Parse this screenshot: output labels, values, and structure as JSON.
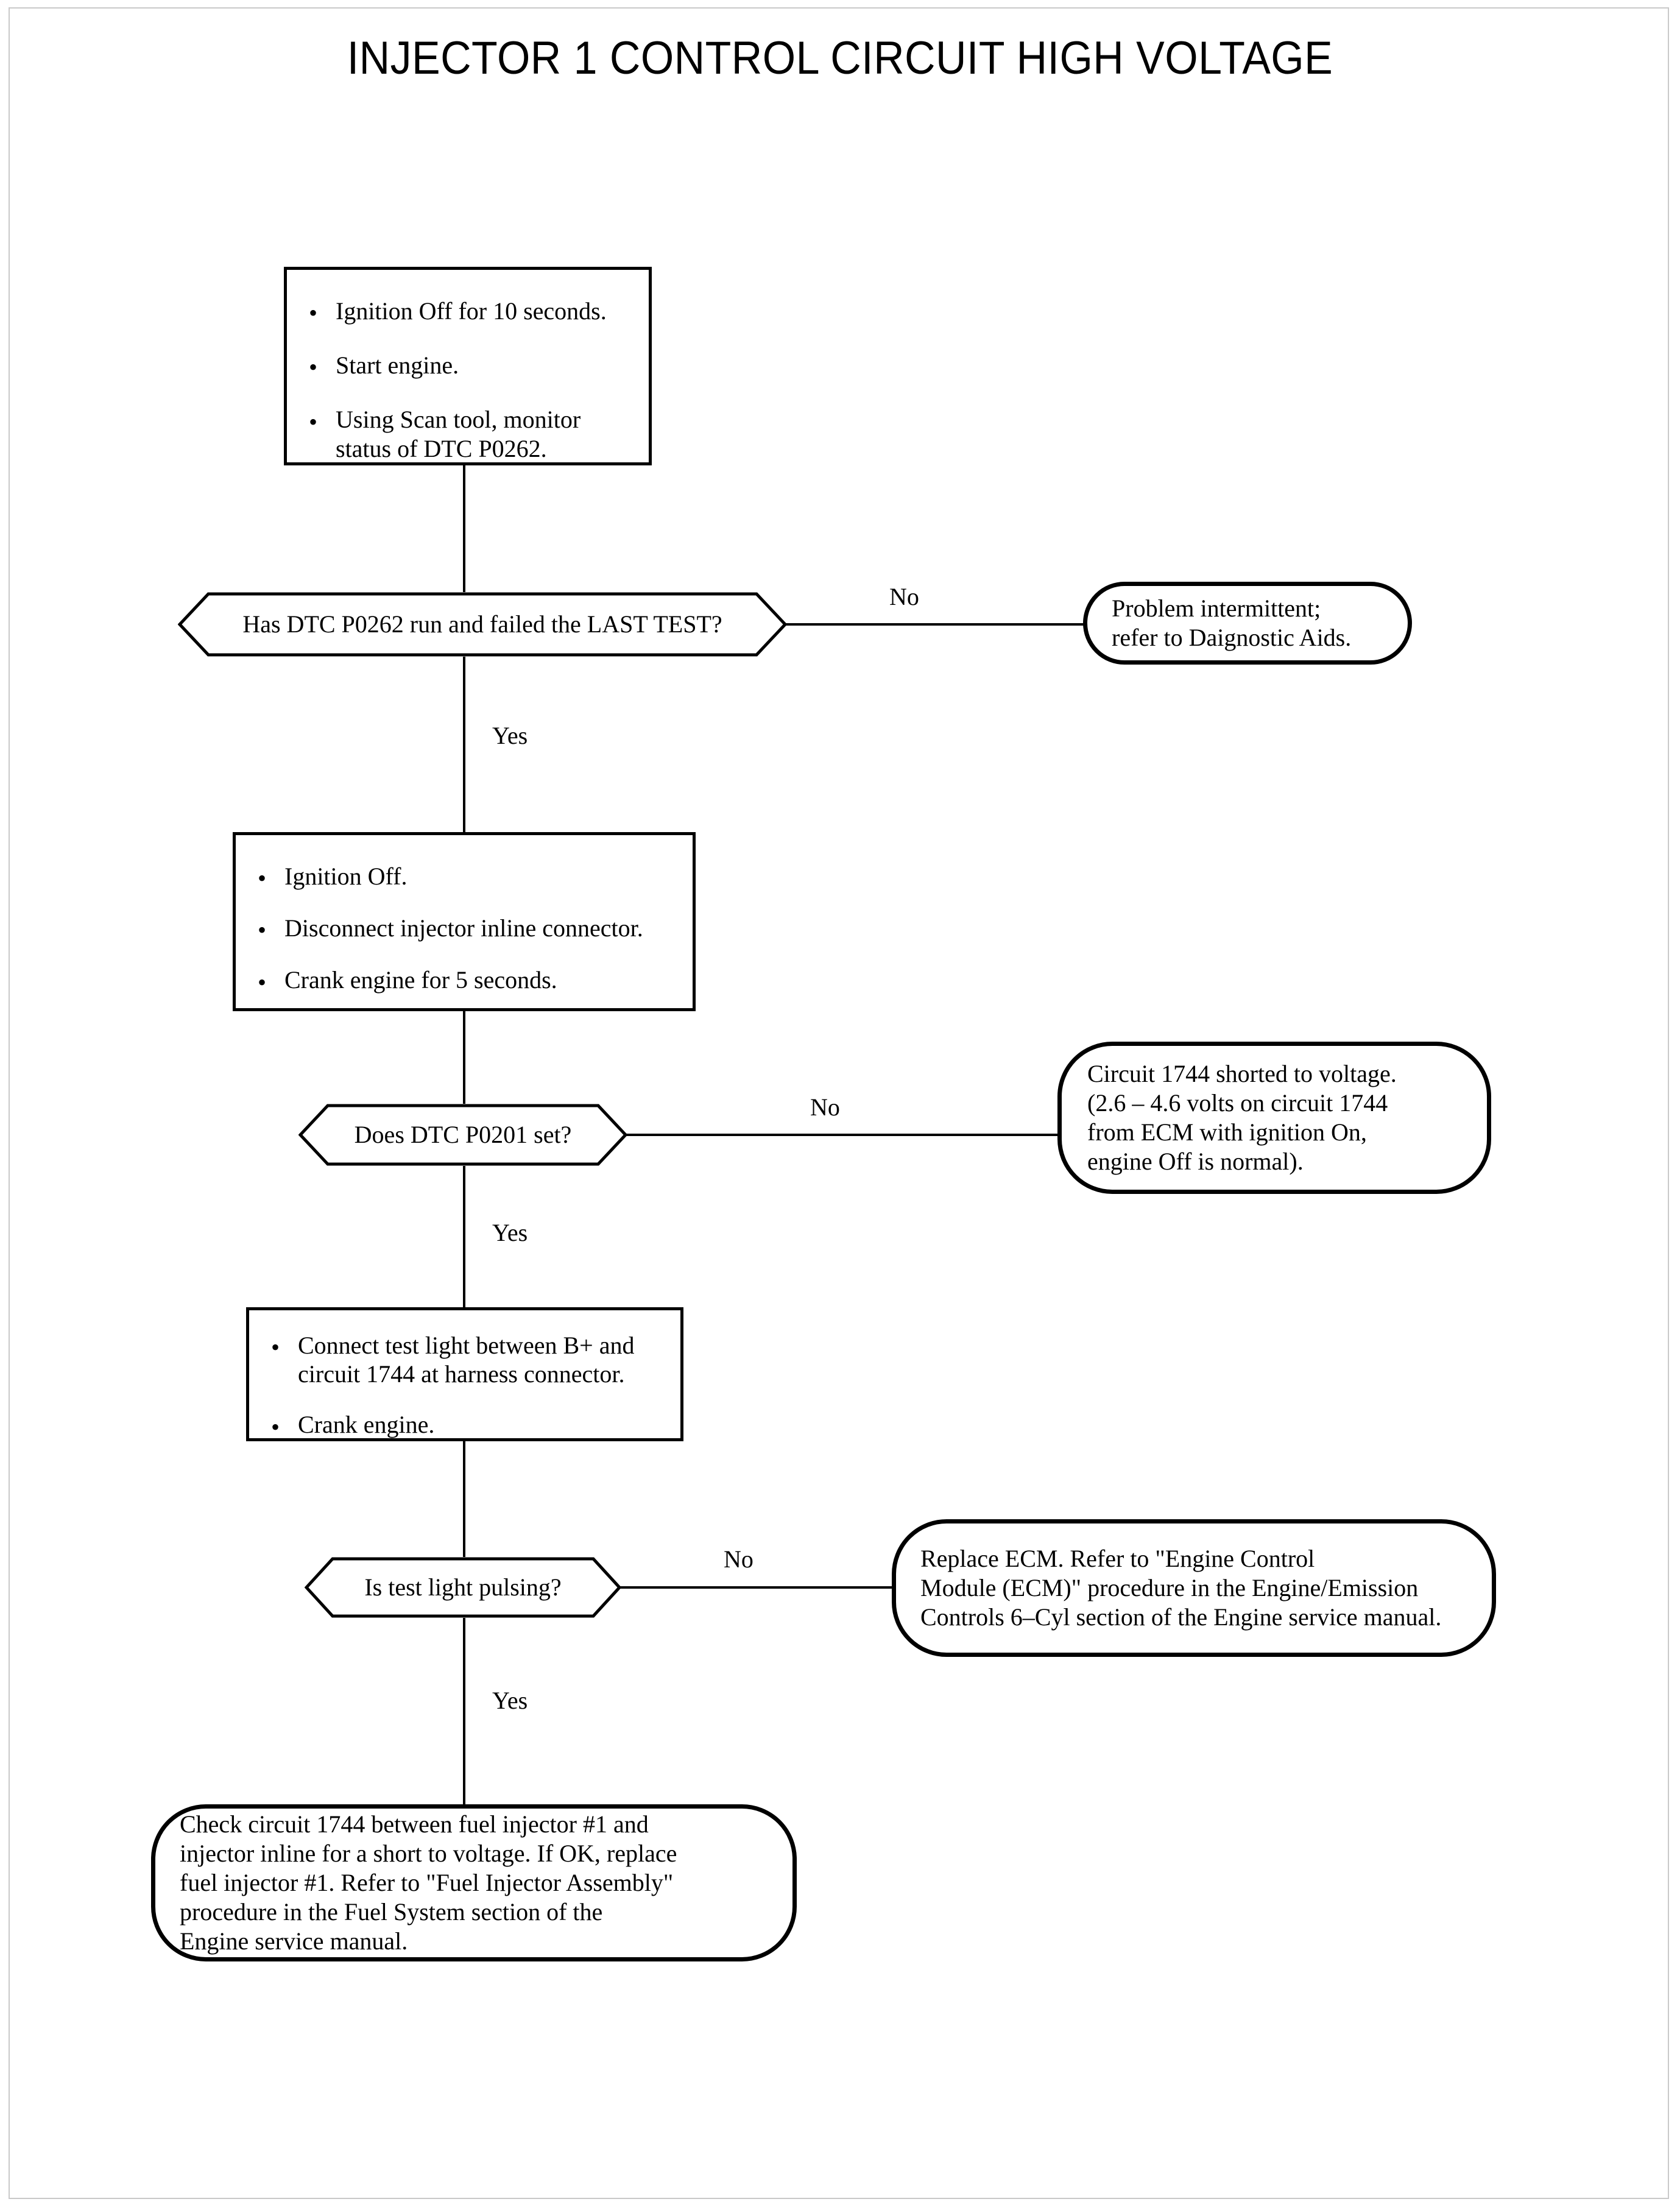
{
  "document": {
    "title": "INJECTOR 1 CONTROL CIRCUIT HIGH VOLTAGE"
  },
  "flowchart": {
    "type": "diagnostic-flowchart",
    "steps": [
      {
        "id": "step-1",
        "shape": "process",
        "bullets": [
          "Ignition Off for 10 seconds.",
          "Start engine.",
          "Using Scan tool, monitor\nstatus of DTC P0262."
        ]
      },
      {
        "id": "decision-1",
        "shape": "decision",
        "question": "Has DTC P0262 run and failed the LAST TEST?",
        "no_label": "No",
        "yes_label": "Yes"
      },
      {
        "id": "terminal-1",
        "shape": "terminal",
        "lines": [
          "Problem intermittent;",
          "refer to Daignostic Aids."
        ]
      },
      {
        "id": "step-2",
        "shape": "process",
        "bullets": [
          "Ignition Off.",
          "Disconnect injector inline connector.",
          "Crank engine for 5 seconds."
        ]
      },
      {
        "id": "decision-2",
        "shape": "decision",
        "question": "Does DTC P0201 set?",
        "no_label": "No",
        "yes_label": "Yes"
      },
      {
        "id": "terminal-2",
        "shape": "terminal",
        "lines": [
          "Circuit 1744 shorted to voltage.",
          "(2.6 – 4.6 volts on circuit 1744",
          "from ECM with ignition On,",
          "engine Off is normal)."
        ]
      },
      {
        "id": "step-3",
        "shape": "process",
        "bullets": [
          "Connect test light between B+ and\ncircuit 1744 at harness connector.",
          "Crank engine."
        ]
      },
      {
        "id": "decision-3",
        "shape": "decision",
        "question": "Is test light pulsing?",
        "no_label": "No",
        "yes_label": "Yes"
      },
      {
        "id": "terminal-3",
        "shape": "terminal",
        "lines": [
          "Replace ECM. Refer to \"Engine Control",
          "Module (ECM)\" procedure in the Engine/Emission",
          "Controls 6–Cyl section of the Engine service manual."
        ]
      },
      {
        "id": "terminal-4",
        "shape": "terminal",
        "lines": [
          "Check circuit 1744 between fuel injector #1 and",
          "injector inline for a short to voltage. If OK, replace",
          "fuel injector #1. Refer to \"Fuel Injector Assembly\"",
          " procedure in the Fuel System section of the",
          "Engine service manual."
        ]
      }
    ]
  },
  "box1": {
    "b0": "Ignition Off for 10 seconds.",
    "b1": "Start engine.",
    "b2_line1": "Using Scan tool, monitor",
    "b2_line2": "status of DTC P0262.",
    "bullet": "•"
  },
  "box2": {
    "b0": "Ignition Off.",
    "b1": "Disconnect injector inline connector.",
    "b2": "Crank engine for 5 seconds.",
    "bullet": "•"
  },
  "box3": {
    "b0_line1": "Connect test light between B+ and",
    "b0_line2": "circuit 1744 at harness connector.",
    "b1": "Crank engine.",
    "bullet": "•"
  },
  "dec1": {
    "text": "Has DTC P0262 run and failed the LAST TEST?",
    "no": "No",
    "yes": "Yes"
  },
  "dec2": {
    "text": "Does DTC P0201 set?",
    "no": "No",
    "yes": "Yes"
  },
  "dec3": {
    "text": "Is test light pulsing?",
    "no": "No",
    "yes": "Yes"
  },
  "term1": {
    "l0": "Problem intermittent;",
    "l1": "refer to Daignostic Aids."
  },
  "term2": {
    "l0": "Circuit 1744 shorted to voltage.",
    "l1": "(2.6 – 4.6 volts on circuit 1744",
    "l2": "from ECM with ignition On,",
    "l3": "engine Off is normal)."
  },
  "term3": {
    "l0": "Replace ECM. Refer to \"Engine Control",
    "l1": "Module (ECM)\" procedure in the Engine/Emission",
    "l2": "Controls 6–Cyl section of the Engine service manual."
  },
  "term4": {
    "l0": "Check circuit 1744 between fuel injector #1 and",
    "l1": "injector inline for a short to voltage. If OK, replace",
    "l2": "fuel injector #1. Refer to \"Fuel Injector Assembly\"",
    "l3": " procedure in the Fuel System section of the",
    "l4": "Engine service manual."
  },
  "colors": {
    "ink": "#000000",
    "page": "#ffffff",
    "frame": "#c9c9c9"
  }
}
